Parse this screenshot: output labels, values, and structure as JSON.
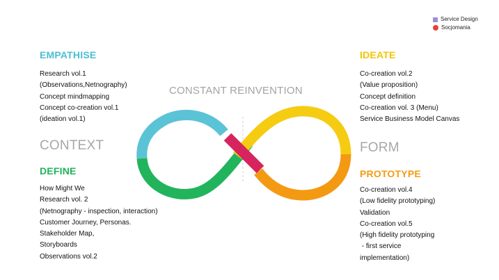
{
  "brand": {
    "items": [
      {
        "label": "Service Design",
        "color": "#9b8fd6",
        "icon": "square-icon"
      },
      {
        "label": "Socjomania",
        "color": "#e8403a",
        "icon": "circle-icon"
      }
    ]
  },
  "labels": {
    "constant": "CONSTANT REINVENTION",
    "context": "CONTEXT",
    "form": "FORM"
  },
  "empathise": {
    "title": "EMPATHISE",
    "color": "#4bbfd3",
    "items": [
      "Research vol.1",
      "(Observations,Netnography)",
      "Concept mindmapping",
      "Concept co-creation vol.1",
      "(ideation vol.1)"
    ]
  },
  "define": {
    "title": "DEFINE",
    "color": "#1fb35a",
    "items": [
      "How Might We",
      "Research vol. 2",
      "(Netnography - inspection, interaction)",
      "Customer Journey, Personas.",
      "Stakeholder Map,",
      "Storyboards",
      "Observations vol.2"
    ]
  },
  "ideate": {
    "title": "IDEATE",
    "color": "#f2c500",
    "items": [
      "Co-creation vol.2",
      "(Value proposition)",
      "Concept definition",
      "Co-creation vol. 3  (Menu)",
      "Service Business Model Canvas"
    ]
  },
  "prototype": {
    "title": "PROTOTYPE",
    "color": "#f39c12",
    "items": [
      "Co-creation vol.4",
      "(Low fidelity prototyping)",
      "Validation",
      "Co-creation vol.5",
      "(High fidelity prototyping",
      " - first service",
      "implementation)"
    ]
  },
  "loop_colors": {
    "empathise": "#5bc3d6",
    "define": "#22b45c",
    "ideate": "#f5cc12",
    "prototype": "#f39a12",
    "cross": "#d6255e"
  }
}
